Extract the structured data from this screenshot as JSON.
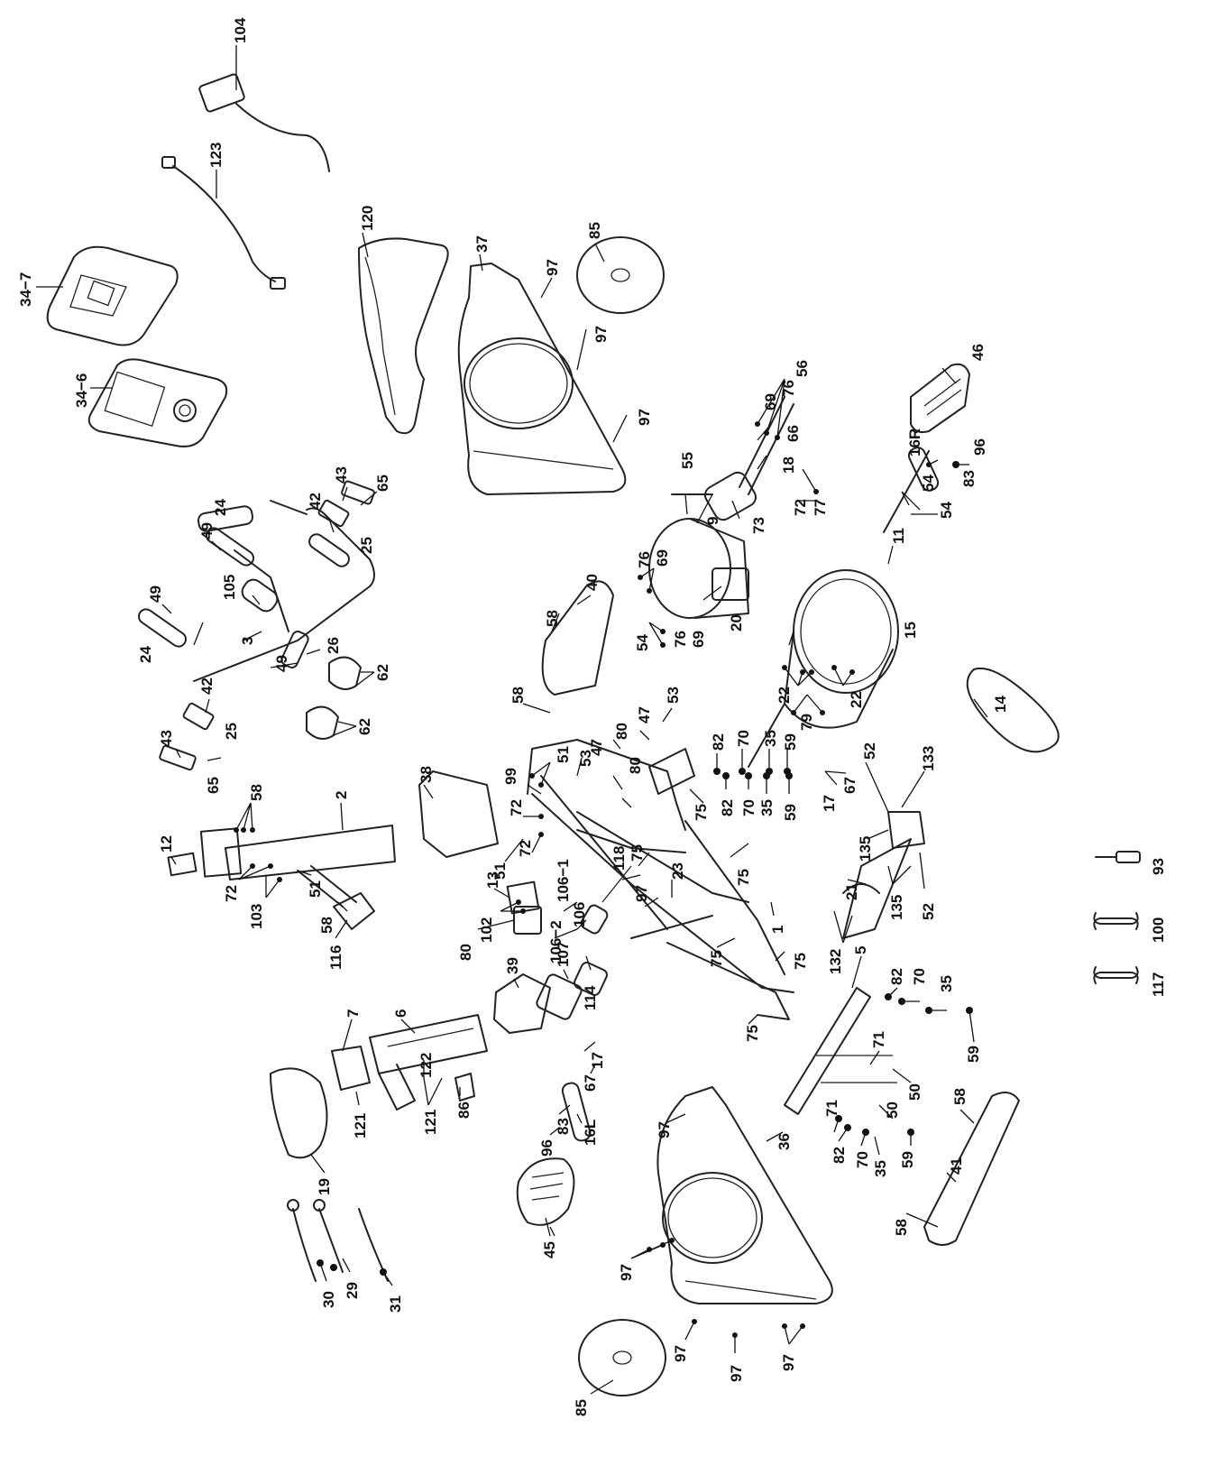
{
  "diagram": {
    "labels": {
      "l104": "104",
      "l123": "123",
      "l34_7": "34−7",
      "l34_6": "34−6",
      "l120": "120",
      "l37": "37",
      "l97a": "97",
      "l97b": "97",
      "l97c": "97",
      "l85a": "85",
      "l85b": "85",
      "l46": "46",
      "l56": "56",
      "l76a": "76",
      "l69a": "69",
      "l66": "66",
      "l18": "18",
      "l55": "55",
      "l9": "9",
      "l73": "73",
      "l72a": "72",
      "l77": "77",
      "l16R": "16R",
      "l96a": "96",
      "l83a": "83",
      "l54a": "54",
      "l54b": "54",
      "l11": "11",
      "l76b": "76",
      "l69b": "69",
      "l76c": "76",
      "l69c": "69",
      "l54c": "54",
      "l20": "20",
      "l15": "15",
      "l22a": "22",
      "l22b": "22",
      "l79": "79",
      "l14": "14",
      "l24a": "24",
      "l24b": "24",
      "l43a": "43",
      "l65a": "65",
      "l42a": "42",
      "l49a": "49",
      "l49b": "49",
      "l49c": "49",
      "l25a": "25",
      "l25b": "25",
      "l105": "105",
      "l26": "26",
      "l3": "3",
      "l62a": "62",
      "l62b": "62",
      "l42b": "42",
      "l43b": "43",
      "l65b": "65",
      "l40": "40",
      "l58a": "58",
      "l58b": "58",
      "l53a": "53",
      "l47a": "47",
      "l80a": "80",
      "l47b": "47",
      "l80b": "80",
      "l53b": "53",
      "l82a": "82",
      "l70a": "70",
      "l35a": "35",
      "l59a": "59",
      "l82b": "82",
      "l70b": "70",
      "l35b": "35",
      "l59b": "59",
      "l51a": "51",
      "l99": "99",
      "l72b": "72",
      "l72c": "72",
      "l51b": "51",
      "l38": "38",
      "l2": "2",
      "l58c": "58",
      "l12": "12",
      "l72d": "72",
      "l103": "103",
      "l51c": "51",
      "l58d": "58",
      "l116": "116",
      "l13": "13",
      "l102": "102",
      "l80c": "80",
      "l106_1": "106−1",
      "l106": "106",
      "l106_2": "106−2",
      "l118": "118",
      "l75a": "75",
      "l23": "23",
      "l97d": "97",
      "l75b": "75",
      "l75c": "75",
      "l75d": "75",
      "l75e": "75",
      "l75f": "75",
      "l1": "1",
      "l52a": "52",
      "l133": "133",
      "l17a": "17",
      "l67a": "67",
      "l21": "21",
      "l135a": "135",
      "l135b": "135",
      "l52b": "52",
      "l132": "132",
      "l39": "39",
      "l107": "107",
      "l114": "114",
      "l6": "6",
      "l7": "7",
      "l122": "122",
      "l121a": "121",
      "l121b": "121",
      "l86": "86",
      "l17b": "17",
      "l67b": "67",
      "l83b": "83",
      "l16L": "16L",
      "l96b": "96",
      "l5": "5",
      "l82c": "82",
      "l70c": "70",
      "l35c": "35",
      "l59c": "59",
      "l71a": "71",
      "l50a": "50",
      "l71b": "71",
      "l50b": "50",
      "l82d": "82",
      "l70d": "70",
      "l35d": "35",
      "l59d": "59",
      "l58e": "58",
      "l41": "41",
      "l58f": "58",
      "l19": "19",
      "l45": "45",
      "l36": "36",
      "l97e": "97",
      "l97f": "97",
      "l97g": "97",
      "l97h": "97",
      "l97i": "97",
      "l30": "30",
      "l29": "29",
      "l31": "31",
      "l93": "93",
      "l100": "100",
      "l117": "117"
    },
    "tools": {
      "screwdriver": "screwdriver-icon",
      "wrench_100": "wrench-icon",
      "wrench_117": "wrench-icon"
    }
  }
}
